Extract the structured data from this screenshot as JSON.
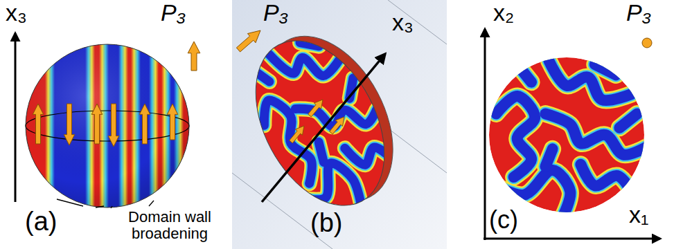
{
  "diagram": {
    "labels": [
      "x₃",
      "P₃",
      "(a)",
      "Domain wall broadening",
      "P₃",
      "x₃",
      "(b)",
      "x₂",
      "P₃",
      "x₁",
      "(c)"
    ]
  }
}
